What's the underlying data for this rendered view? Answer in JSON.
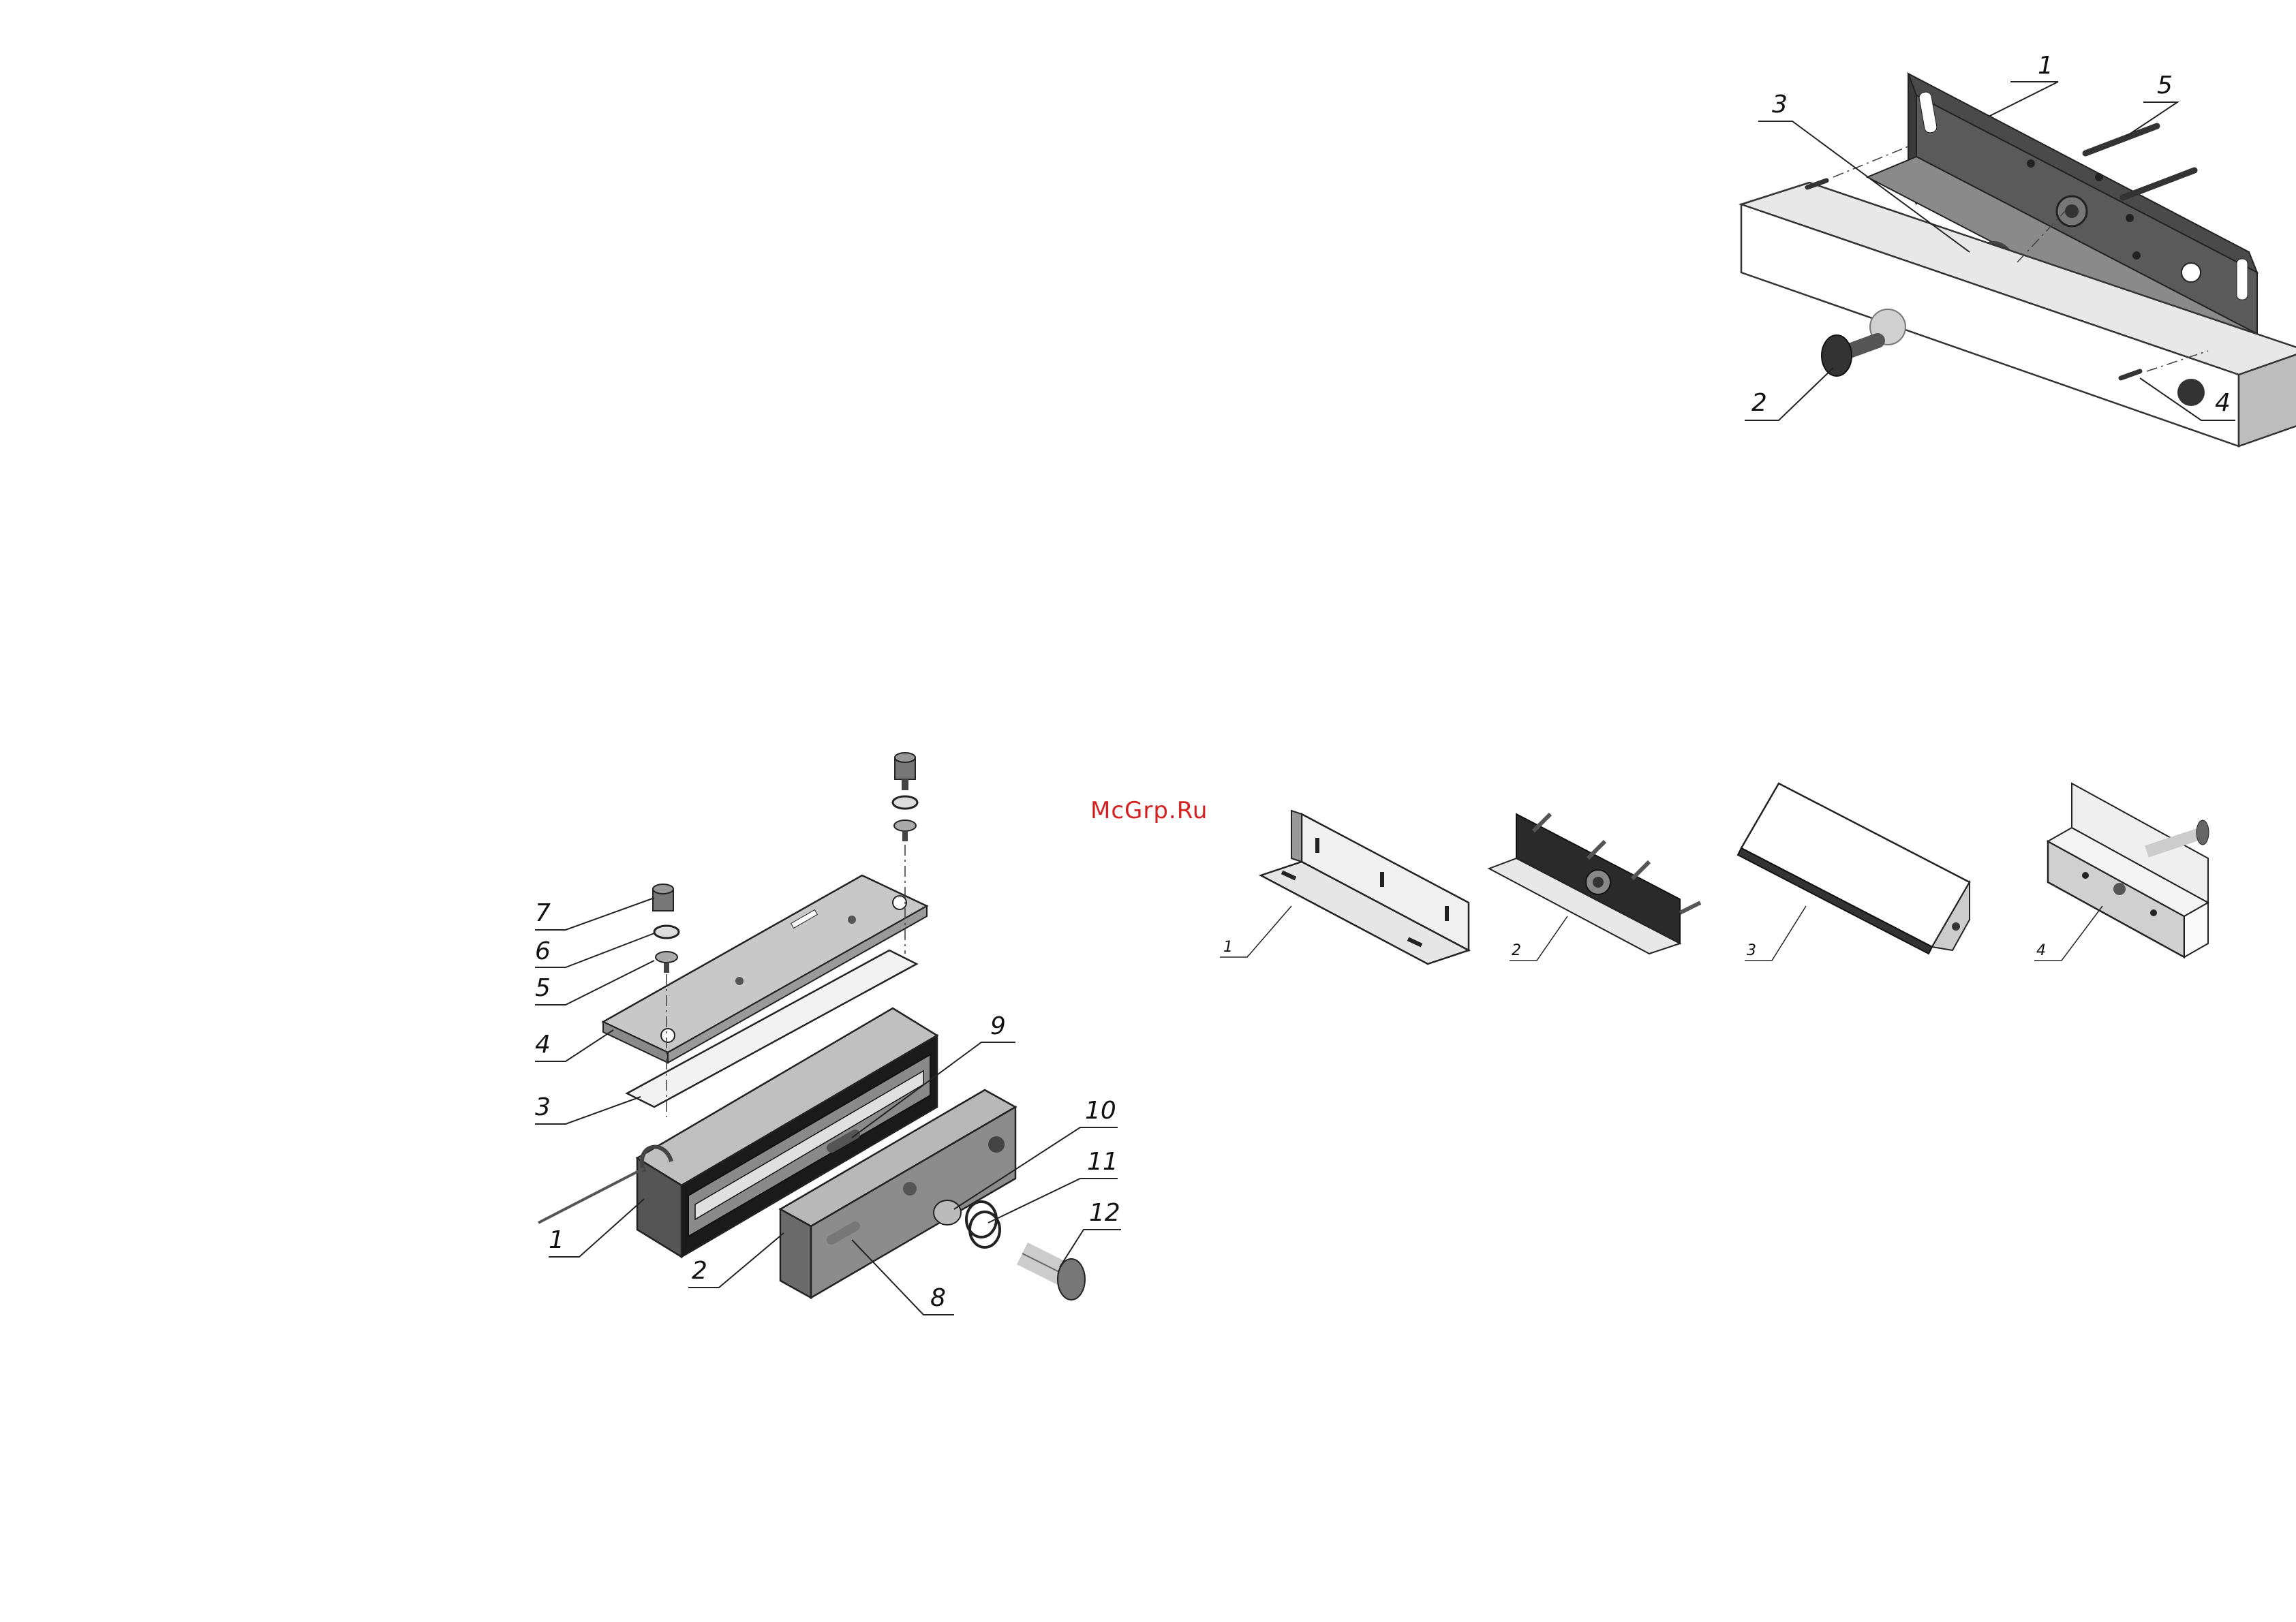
{
  "watermark": "McGrp.Ru",
  "diagrams": {
    "top_right_exploded": {
      "callouts": [
        "1",
        "2",
        "3",
        "4",
        "5"
      ]
    },
    "main_lock_exploded": {
      "callouts": [
        "1",
        "2",
        "3",
        "4",
        "5",
        "6",
        "7",
        "8",
        "9",
        "10",
        "11",
        "12"
      ]
    },
    "bracket_variants": {
      "callouts": [
        "1",
        "2",
        "3",
        "4"
      ]
    }
  }
}
